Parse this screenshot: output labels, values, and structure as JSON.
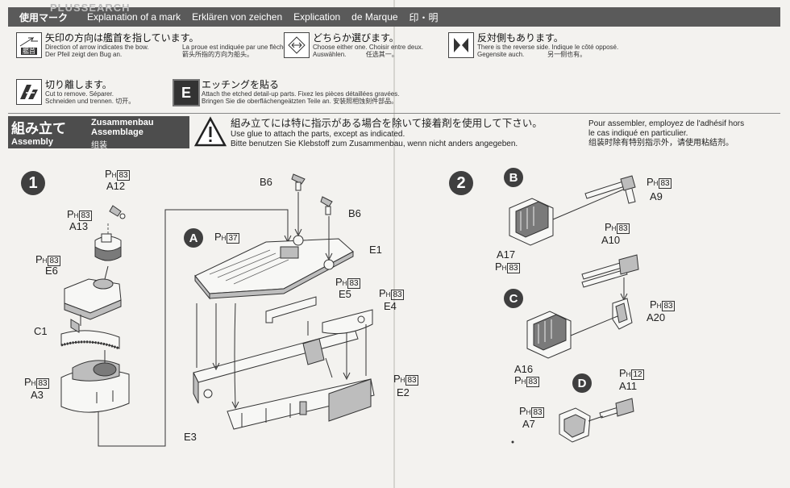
{
  "header": {
    "title_jp": "使用マーク",
    "watermark": "PLUSSEARCH",
    "title_en": "Explanation of a mark",
    "title_de": "Erklären von zeichen",
    "title_fr1": "Explication",
    "title_fr2": "de Marque",
    "title_cn": "印・明"
  },
  "legend": {
    "arrow": {
      "icon_label": "艦首",
      "jp": "矢印の方向は艦首を指しています。",
      "en": "Direction of arrow indicates the bow.",
      "fr": "La proue est indiquée par une flèche.",
      "de": "Der Pfeil zeigt den Bug an.",
      "cn": "箭头所指的方向为船头。"
    },
    "choose": {
      "jp": "どちらか選びます。",
      "en": "Choose either one.",
      "fr": "Choisir entre deux.",
      "de": "Auswählen.",
      "cn": "任选其一。"
    },
    "reverse": {
      "jp": "反対側もあります。",
      "en": "There is the reverse side.",
      "fr": "Indique le côté opposé.",
      "de": "Gegensite auch.",
      "cn": "另一侧也有。"
    },
    "cut": {
      "jp": "切り離します。",
      "en": "Cut to remove.",
      "fr": "Séparer.",
      "de": "Schneiden und trennen.",
      "cn": "切开。"
    },
    "etch": {
      "icon_label": "E",
      "jp": "エッチングを貼る",
      "en": "Attach the etched detail-up parts.",
      "fr": "Fixez les pièces détaillées gravées.",
      "de": "Bringen Sie die oberflächengeätzten Teile an.",
      "cn": "安装照相蚀刻件部品。"
    }
  },
  "assembly": {
    "jp": "組み立て",
    "en": "Assembly",
    "de1": "Zusammenbau",
    "fr1": "Assemblage",
    "cn": "组装",
    "glue_jp": "組み立てには特に指示がある場合を除いて接着剤を使用して下さい。",
    "glue_en1": "Use glue to attach the parts, except as",
    "glue_en2": "indicated.",
    "glue_de": "Bitte benutzen Sie Klebstoff zum Zusammenbau, wenn nicht anders angegeben.",
    "glue_fr1": "Pour assembler, employez de l'adhésif hors",
    "glue_fr2": "le cas indiqué en particulier.",
    "glue_cn": "组装时除有特别指示外，请使用粘结剂。"
  },
  "steps": {
    "s1": "1",
    "s2": "2",
    "subA": "A",
    "subB": "B",
    "subC": "C",
    "subD": "D"
  },
  "paint": {
    "p": "P",
    "h": "H",
    "c83": "83",
    "c37": "37",
    "c12": "12"
  },
  "parts": {
    "A12": "A12",
    "A13": "A13",
    "E6": "E6",
    "C1": "C1",
    "A3": "A3",
    "B6a": "B6",
    "B6b": "B6",
    "E1": "E1",
    "E5": "E5",
    "E4": "E4",
    "E2": "E2",
    "E3": "E3",
    "A9": "A9",
    "A17": "A17",
    "A10": "A10",
    "A20": "A20",
    "A16": "A16",
    "A11": "A11",
    "A7": "A7"
  }
}
